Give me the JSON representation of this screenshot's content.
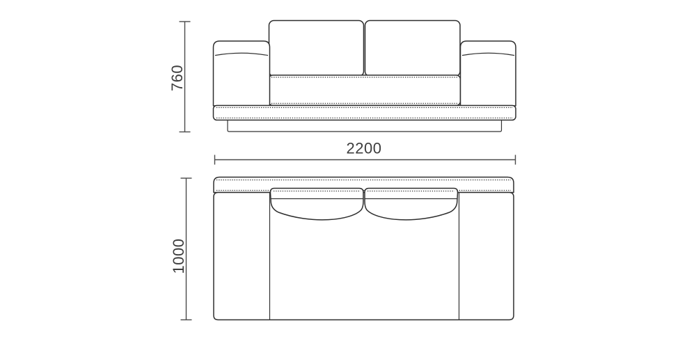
{
  "page": {
    "background": "#ffffff"
  },
  "drawing": {
    "type": "technical-dimension-diagram",
    "subject": "sofa shown in front elevation and top plan view",
    "views": [
      {
        "id": "front-view",
        "dimensions_shown": [
          "760",
          "2200"
        ]
      },
      {
        "id": "top-view",
        "dimensions_shown": [
          "1000"
        ]
      }
    ],
    "dimensions": {
      "height": {
        "value": "760",
        "orientation": "vertical"
      },
      "width": {
        "value": "2200",
        "orientation": "horizontal"
      },
      "depth": {
        "value": "1000",
        "orientation": "vertical"
      }
    },
    "colors": {
      "outline": "#2e2e2e",
      "stitch_dots": "#2f2f2f",
      "dimension_lines": "#4a4a4a",
      "labels": "#3d3d3d",
      "fill": "#ffffff"
    }
  }
}
